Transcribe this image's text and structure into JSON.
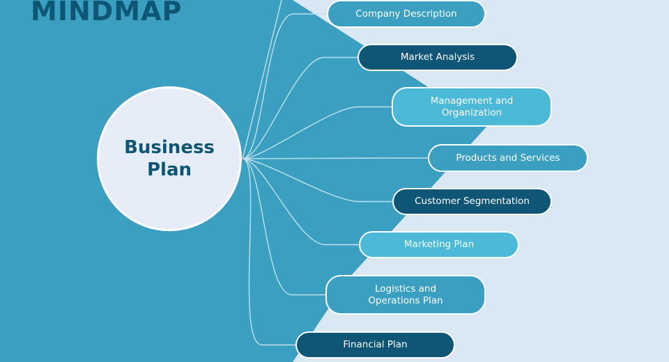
{
  "title": "MINDMAP",
  "center": {
    "label": "Business Plan"
  },
  "colors": {
    "page_background": "#d9e8f2",
    "panel": "#3a9fc1",
    "dark_node": "#0e5576",
    "mid_node": "#3a9fc1",
    "light_node": "#4cb9d8",
    "title_text": "#0e5576"
  },
  "branches": [
    {
      "label": "Company Description",
      "style": "mid"
    },
    {
      "label": "Market Analysis",
      "style": "dark"
    },
    {
      "label": "Management and Organization",
      "style": "light"
    },
    {
      "label": "Products and Services",
      "style": "mid"
    },
    {
      "label": "Customer Segmentation",
      "style": "dark"
    },
    {
      "label": "Marketing Plan",
      "style": "light"
    },
    {
      "label": "Logistics and Operations Plan",
      "style": "mid"
    },
    {
      "label": "Financial Plan",
      "style": "dark"
    }
  ]
}
